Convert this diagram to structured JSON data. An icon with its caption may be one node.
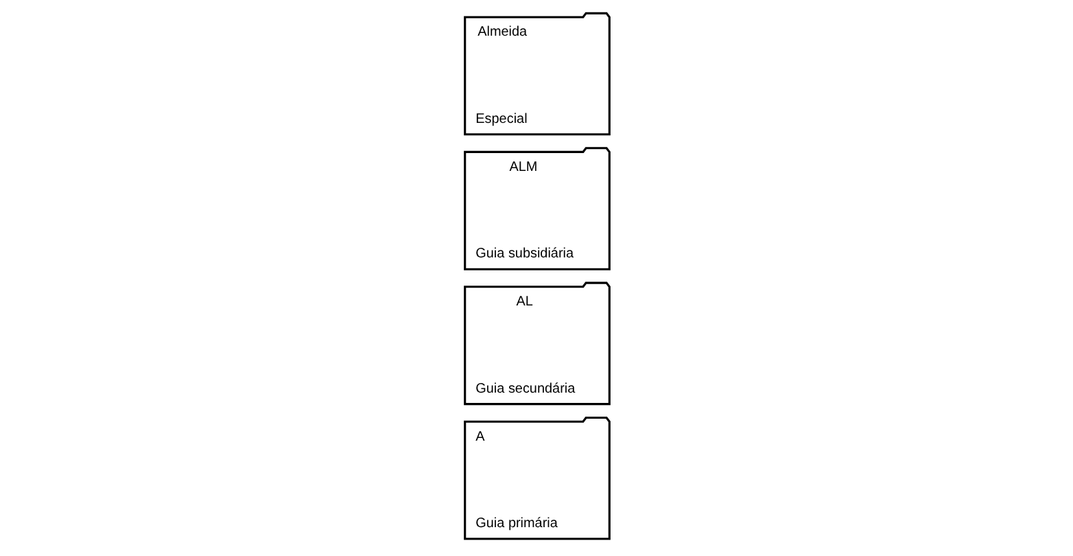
{
  "diagram": {
    "nodes": [
      {
        "text": [
          "A",
          "Guia primária"
        ]
      },
      {
        "text": [
          "AL",
          "Guia secundária"
        ]
      },
      {
        "text": [
          "ALM",
          "Guia subsidiária"
        ]
      },
      {
        "text": [
          "Almeida",
          "Especial"
        ]
      }
    ]
  }
}
